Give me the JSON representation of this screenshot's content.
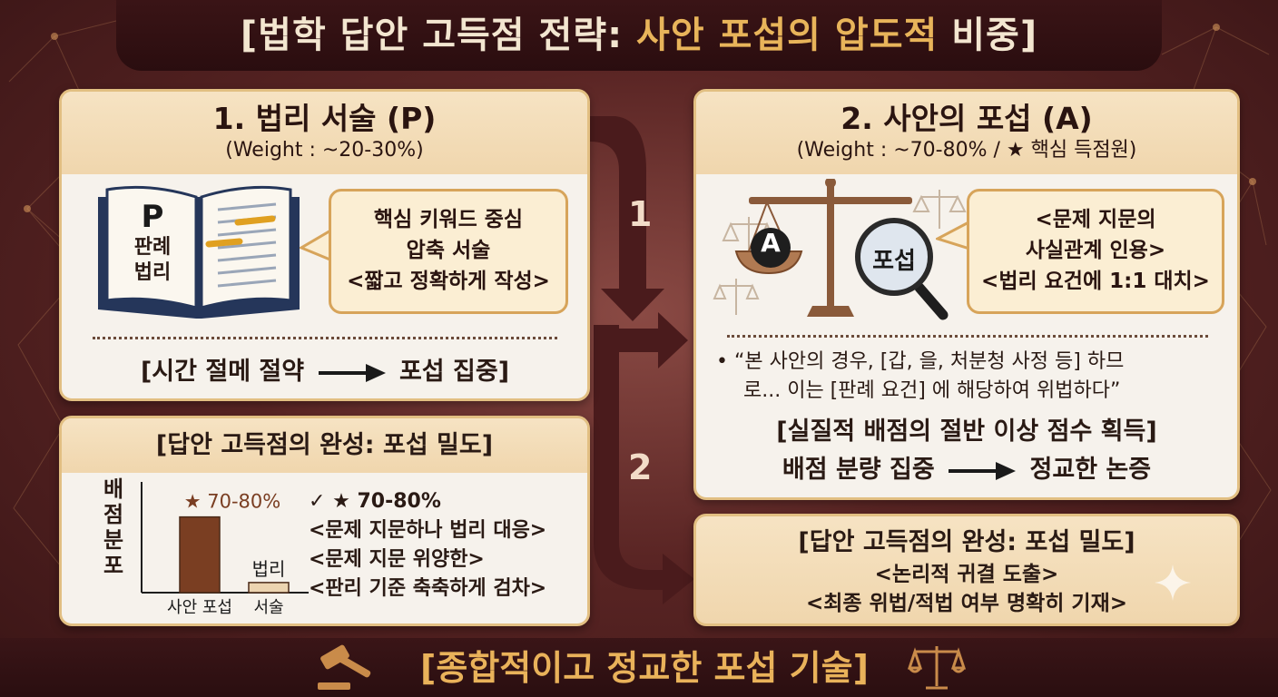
{
  "title": {
    "open": "[",
    "part1": "법학 답안 고득점 전략: ",
    "highlight": "사안 포섭의 압도적",
    "part2": " 비중",
    "close": "]"
  },
  "panel_p": {
    "heading": "1. 법리 서술 (P)",
    "weight": "(Weight : ~20-30%)",
    "book_letter": "P",
    "book_line1": "판례",
    "book_line2": "법리",
    "bubble_lines": [
      "핵심 키워드 중심",
      "압축 서술",
      "<짧고 정확하게 작성>"
    ],
    "footer_left": "[시간 절메 절약",
    "footer_right": "포섭 집중]"
  },
  "panel_a": {
    "heading": "2. 사안의 포섭 (A)",
    "weight": "(Weight : ~70-80% / ★ 핵심 득점원)",
    "pan_label": "A",
    "magnifier_label": "포섭",
    "bubble_lines": [
      "<문제 지문의",
      "사실관계 인용>",
      "<법리 요건에 1:1 대치>"
    ],
    "quote_line1": "“본 사안의 경우, [갑, 을, 처분청 사정 등] 하므",
    "quote_line2": "로... 이는 [판례 요건] 에 해당하여 위법하다”",
    "bold_line1": "[실질적 배점의 절반 이상 점수 획득]",
    "bold_line2_left": "배점 분량 집중",
    "bold_line2_right": "정교한 논증"
  },
  "panel_density_left": {
    "heading": "[답안 고득점의 완성: 포섭 밀도]",
    "check_line": "✓  ★ 70-80%",
    "lines": [
      "<문제 지문하나 법리 대응>",
      "<문제 지문 위양한>",
      "<판리 기준 축축하게 검차>"
    ]
  },
  "chart_data": {
    "type": "bar",
    "ylabel": "배점분포",
    "categories": [
      "사안 포섭",
      "서술"
    ],
    "category_top_labels": [
      "",
      "법리"
    ],
    "values": [
      75,
      10
    ],
    "value_label": "★ 70-80%",
    "colors": [
      "#7a3e22",
      "#ecd4b0"
    ]
  },
  "panel_density_right": {
    "heading": "[답안 고득점의 완성: 포섭 밀도]",
    "lines": [
      "<논리적 귀결 도출>",
      "<최종 위법/적법 여부 명확히 기재>"
    ]
  },
  "flow": {
    "step1": "1",
    "step2": "2"
  },
  "footer": {
    "text": "[종합적이고 정교한 포섭 기술]"
  },
  "colors": {
    "accent": "#e8b45a",
    "background": "#5a2524",
    "panel_border": "#e2bf82"
  }
}
